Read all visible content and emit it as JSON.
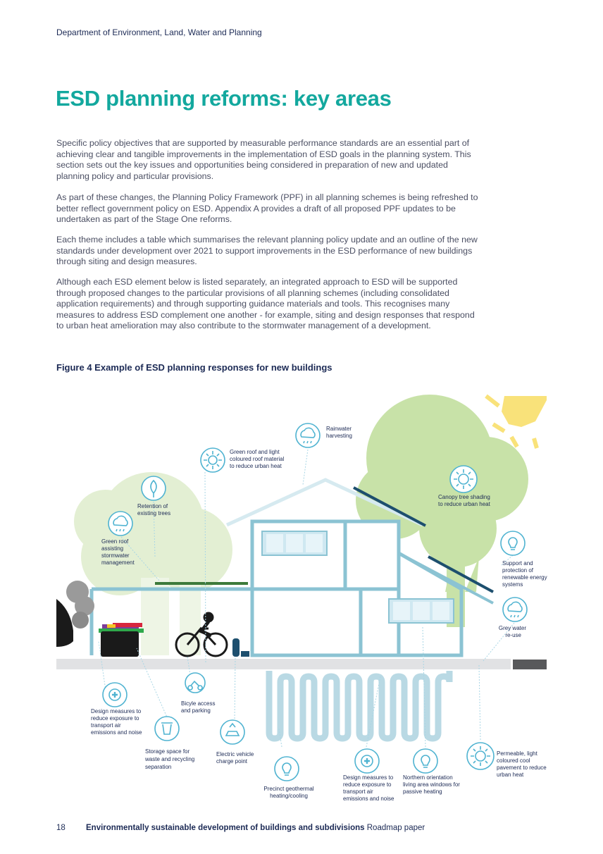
{
  "header": {
    "department": "Department of Environment, Land, Water and Planning"
  },
  "title": "ESD planning reforms: key areas",
  "paragraphs": [
    [
      "Specific policy objectives that are supported by measurable performance standards are an essential part of",
      "achieving clear and tangible improvements in the implementation of ESD goals in the planning system.  This",
      "section sets out the key issues and opportunities being considered in preparation of new and updated",
      "planning policy and particular provisions."
    ],
    [
      "As part of these changes, the Planning Policy Framework (PPF) in all planning schemes is being refreshed to",
      "better reflect government policy on ESD. Appendix A provides a draft of all proposed PPF updates to be",
      "undertaken as part of the Stage One reforms."
    ],
    [
      "Each theme includes a table which summarises the relevant planning policy update and an outline of the new",
      "standards under development over 2021 to support improvements in the ESD performance of new buildings",
      "through siting and design measures."
    ],
    [
      "Although each ESD element below is listed separately, an integrated approach to ESD will be supported",
      "through proposed changes to the particular provisions of all planning schemes (including consolidated",
      "application requirements) and through supporting guidance materials and tools. This recognises many",
      "measures to address ESD complement one another - for example, siting and design responses that respond",
      "to urban heat amelioration may also contribute to the stormwater management of a development."
    ]
  ],
  "figure": {
    "title": "Figure 4 Example of ESD planning responses for new buildings",
    "labels": {
      "rainwater": [
        "Rainwater",
        "harvesting"
      ],
      "green_roof_light": [
        "Green roof and light",
        "coloured roof material",
        "to reduce urban heat"
      ],
      "retention": [
        "Retention of",
        "existing trees"
      ],
      "green_roof_storm": [
        "Green roof",
        "assisting",
        "stormwater",
        "management"
      ],
      "canopy": [
        "Canopy tree shading",
        "to reduce urban heat"
      ],
      "renewable": [
        "Support and",
        "protection of",
        "renewable energy",
        "systems"
      ],
      "grey_water": [
        "Grey water",
        "re-use"
      ],
      "design_left": [
        "Design measures to",
        "reduce exposure to",
        "transport air",
        "emissions and noise"
      ],
      "bicycle": [
        "Bicyle access",
        "and parking"
      ],
      "storage": [
        "Storage space for",
        "waste and recycling",
        "separation"
      ],
      "ev": [
        "Electric vehicle",
        "charge point"
      ],
      "geothermal": [
        "Precinct geothermal",
        "heating/cooling"
      ],
      "design_bottom": [
        "Design measures to",
        "reduce exposure to",
        "transport air",
        "emissions and noise"
      ],
      "northern": [
        "Northern orientation",
        "living area windows for",
        "passive heating"
      ],
      "permeable": [
        "Permeable, light",
        "coloured cool",
        "pavement to reduce",
        "urban heat"
      ]
    }
  },
  "footer": {
    "page_number": "18",
    "doc_title": "Environmentally sustainable development of buildings and subdivisions",
    "doc_type": "Roadmap paper"
  },
  "colors": {
    "teal": "#13a89e",
    "navy": "#1c2a55",
    "tree": "#c8e2a8",
    "tree_light": "#e3efd3",
    "icon": "#4fb3d1",
    "house": "#8bc3d3",
    "sun": "#f9e27a",
    "roof_dark": "#1d4f6e"
  }
}
